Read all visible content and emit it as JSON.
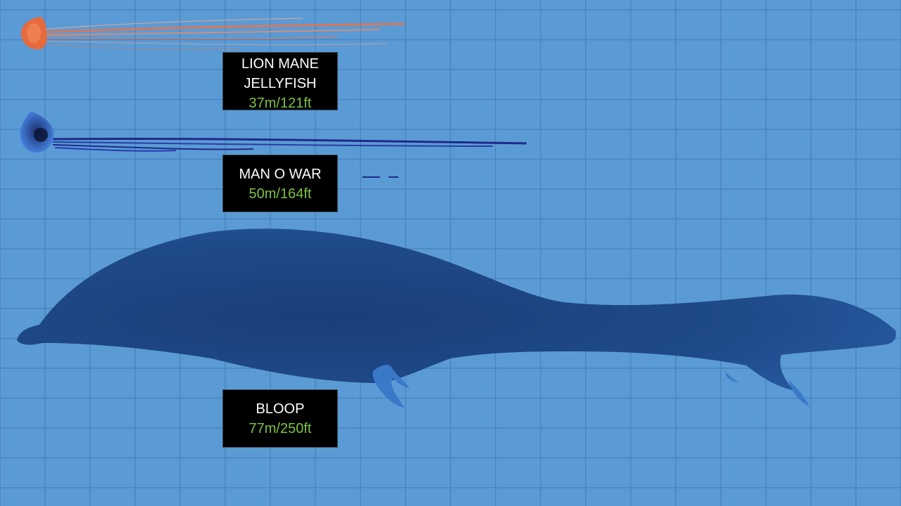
{
  "scene": {
    "background_color": "#5b9bd5",
    "grid_color": "#4a84bf"
  },
  "creatures": [
    {
      "id": "lion-mane-jellyfish",
      "name": "LION MANE\nJELLYFISH",
      "size": "37m/121ft",
      "color": "#e8734a",
      "icon": "jellyfish-icon"
    },
    {
      "id": "man-o-war",
      "name": "MAN O WAR",
      "size": "50m/164ft",
      "color": "#2a4fb0",
      "icon": "man-o-war-icon"
    },
    {
      "id": "bloop",
      "name": "BLOOP",
      "size": "77m/250ft",
      "color": "#1f4e8c",
      "icon": "bloop-creature-icon"
    }
  ]
}
